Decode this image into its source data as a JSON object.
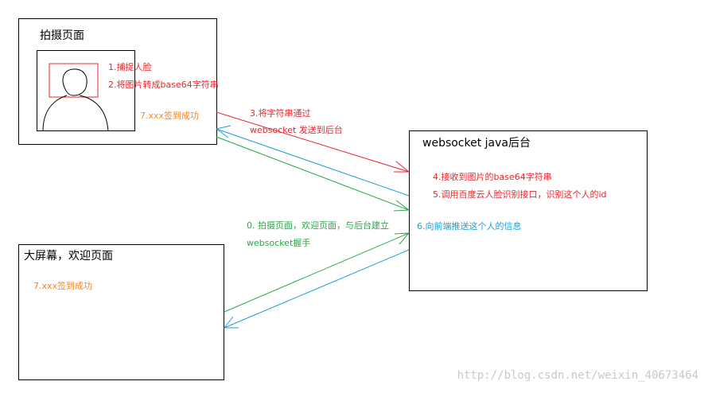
{
  "capture_page": {
    "title": "拍摄页面",
    "step1": "1.捕捉人脸",
    "step2": "2.将图片转成base64字符串",
    "success": "7.xxx签到成功"
  },
  "backend": {
    "title": "websocket  java后台",
    "step4": "4.接收到图片的base64字符串",
    "step5": "5.调用百度云人脸识别接口，识别这个人的id"
  },
  "screen_page": {
    "title": "大屏幕，欢迎页面",
    "success": "7.xxx签到成功"
  },
  "arrow_labels": {
    "step3_line1": "3.将字符串通过",
    "step3_line2": "websocket 发送到后台",
    "step0_line1": "0.  拍摄页面，欢迎页面，与后台建立",
    "step0_line2": "websocket握手",
    "step6": "6.向前端推送这个人的信息"
  },
  "watermark": "http://blog.csdn.net/weixin_40673464",
  "colors": {
    "red": "#e8262b",
    "orange": "#f08a2a",
    "green": "#28a745",
    "cyan": "#1a9ed4"
  }
}
